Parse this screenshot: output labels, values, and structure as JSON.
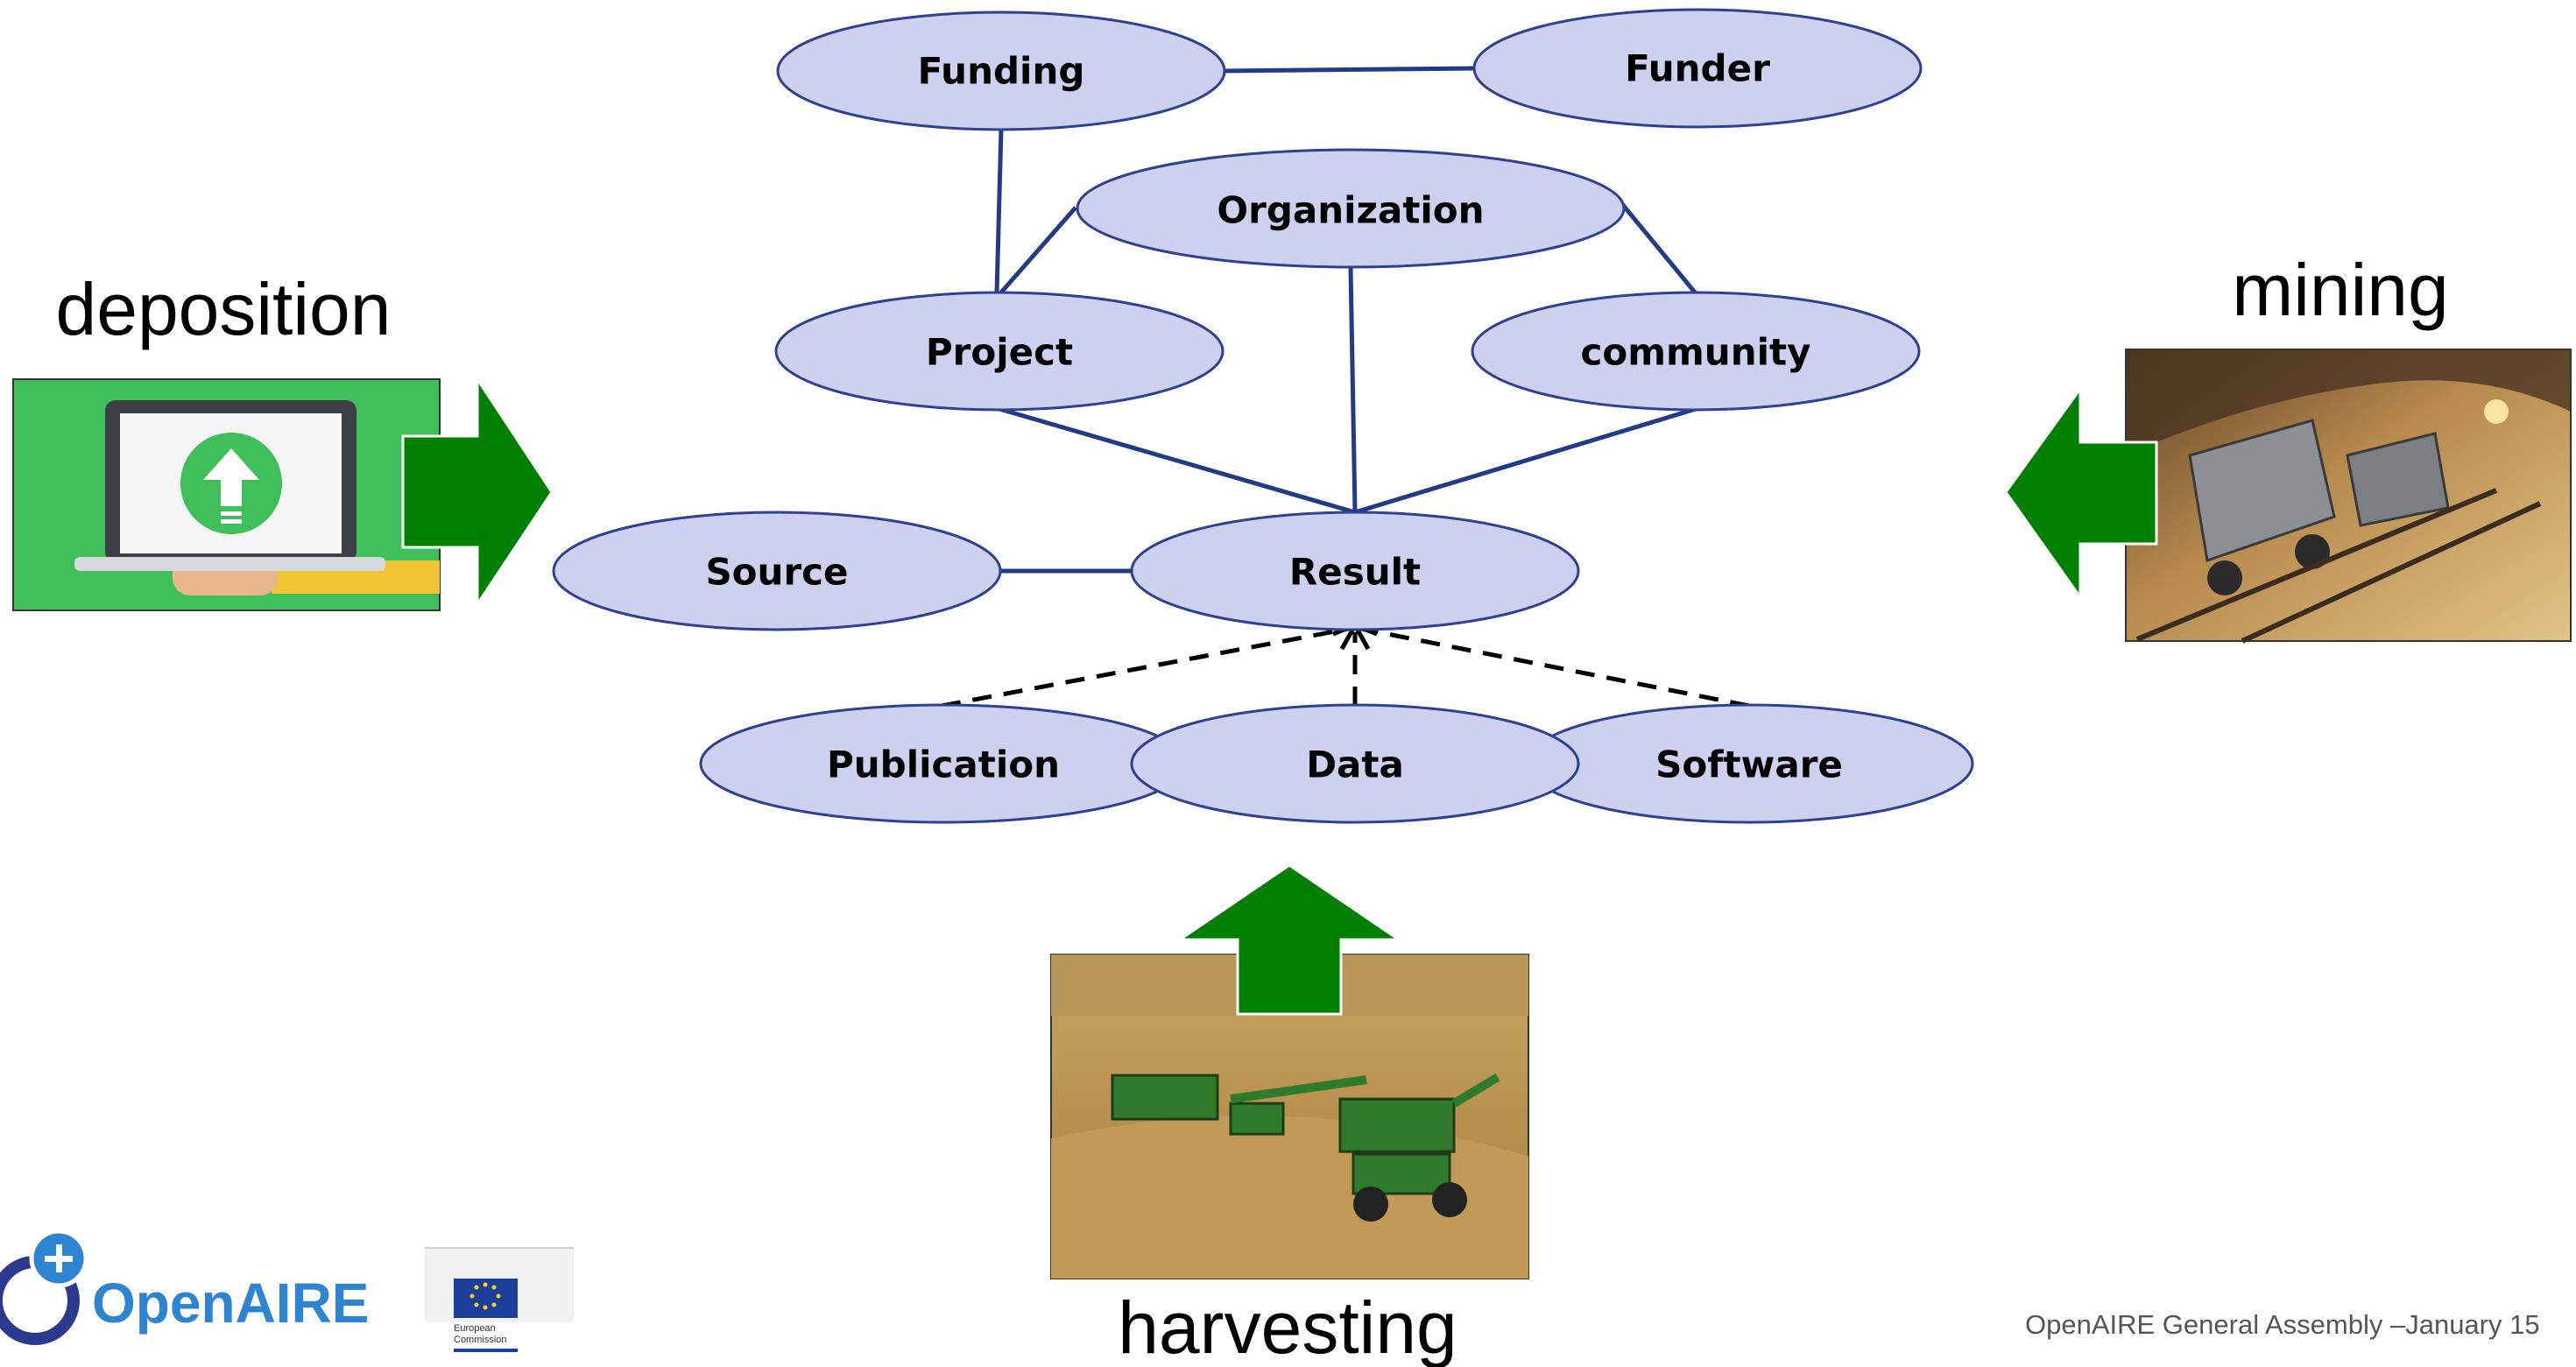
{
  "entities": {
    "funding": "Funding",
    "funder": "Funder",
    "organization": "Organization",
    "project": "Project",
    "community": "community",
    "source": "Source",
    "result": "Result",
    "publication": "Publication",
    "data": "Data",
    "software": "Software"
  },
  "processes": {
    "deposition": "deposition",
    "mining": "mining",
    "harvesting": "harvesting"
  },
  "logos": {
    "openaire": "OpenAIRE",
    "ec_line1": "European",
    "ec_line2": "Commission"
  },
  "footer": "OpenAIRE General Assembly –January 15",
  "colors": {
    "ellipse_fill": "#cdd0ef",
    "ellipse_stroke": "#2f4192",
    "edge": "#233a86",
    "arrow_green": "#008000"
  }
}
